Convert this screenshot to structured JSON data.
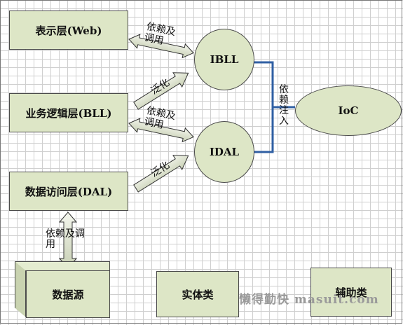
{
  "nodes": {
    "web": "表示层(Web)",
    "bll": "业务逻辑层(BLL)",
    "dal": "数据访问层(DAL)",
    "ibll": "IBLL",
    "idal": "IDAL",
    "ioc": "IoC",
    "datasource": "数据源",
    "entity": "实体类",
    "helper": "辅助类"
  },
  "edges": {
    "depend_call": "依赖及调用",
    "generalize": "泛化",
    "inject": "依赖注入"
  },
  "watermark": "懒得勤快 masuit.com"
}
